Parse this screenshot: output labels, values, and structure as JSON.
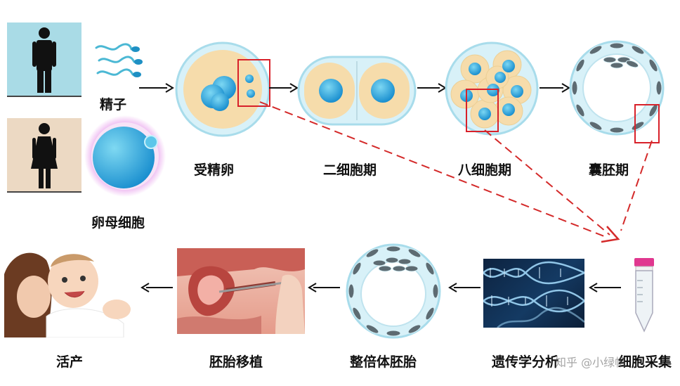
{
  "labels": {
    "sperm": "精子",
    "egg": "卵母细胞",
    "zygote": "受精卵",
    "two_cell": "二细胞期",
    "eight_cell": "八细胞期",
    "blastocyst": "囊胚期",
    "sample_collection": "细胞采集",
    "genetic_analysis": "遗传学分析",
    "euploid_embryo": "整倍体胚胎",
    "embryo_transfer": "胚胎移植",
    "live_birth": "活产"
  },
  "watermark": "知乎 @小绿帽",
  "colors": {
    "arrow_dashed": "#d42a2a",
    "highlight_box": "#d8212a",
    "cell_nucleus": "#1f9ad6",
    "cytoplasm": "#f6dcab",
    "male_panel": "#a9dbe6",
    "female_panel": "#ecd9c3",
    "egg_glow": "#e38ce8"
  }
}
